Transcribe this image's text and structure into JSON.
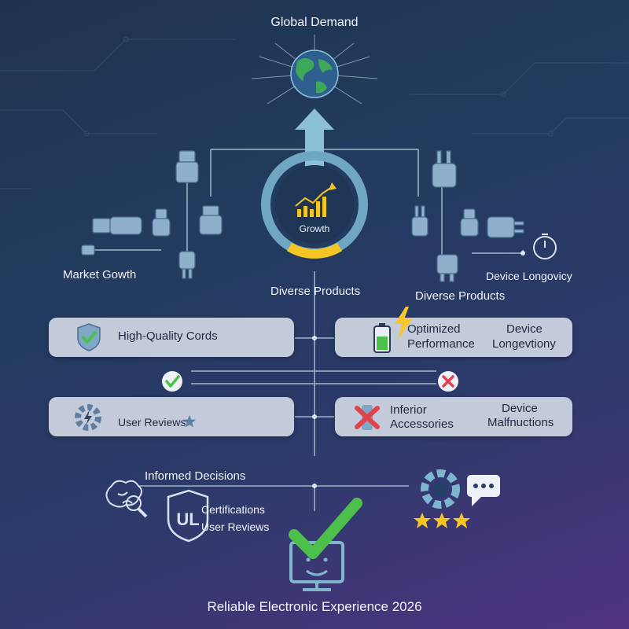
{
  "title_top": "Global Demand",
  "growth_label": "Growth",
  "left_label": "Market Gowth",
  "right_label": "Device Longovicy",
  "diverse_left": "Diverse Products",
  "diverse_right": "Diverse Products",
  "panels": {
    "hq_cords": "High-Quality Cords",
    "optimized_line1": "Optimized",
    "optimized_line2": "Performance",
    "longevity_line1": "Device",
    "longevity_line2": "Longevtiony",
    "user_reviews": "User Reviews",
    "inferior_line1": "Inferior",
    "inferior_line2": "Accessories",
    "malfunction_line1": "Device",
    "malfunction_line2": "Malfnuctions"
  },
  "informed": "Informed Decisions",
  "certifications": "Certifications",
  "user_reviews_bottom": "User Reviews",
  "footer": "Reliable Electronic Experience 2026",
  "colors": {
    "accent_teal": "#7fb6cf",
    "check_green": "#4cc04a",
    "cross_red": "#e0434b",
    "star_yellow": "#f3c623",
    "bolt_yellow": "#f7c62a",
    "panel": "#c3cbda"
  },
  "icons": [
    "globe-icon",
    "growth-chart-icon",
    "usb-plug-icon",
    "power-plug-icon",
    "shield-check-icon",
    "battery-icon",
    "lightning-icon",
    "gear-icon",
    "star-icon",
    "x-icon",
    "brain-magnifier-icon",
    "ul-shield-icon",
    "chat-bubble-icon",
    "monitor-check-icon",
    "stopwatch-icon"
  ]
}
